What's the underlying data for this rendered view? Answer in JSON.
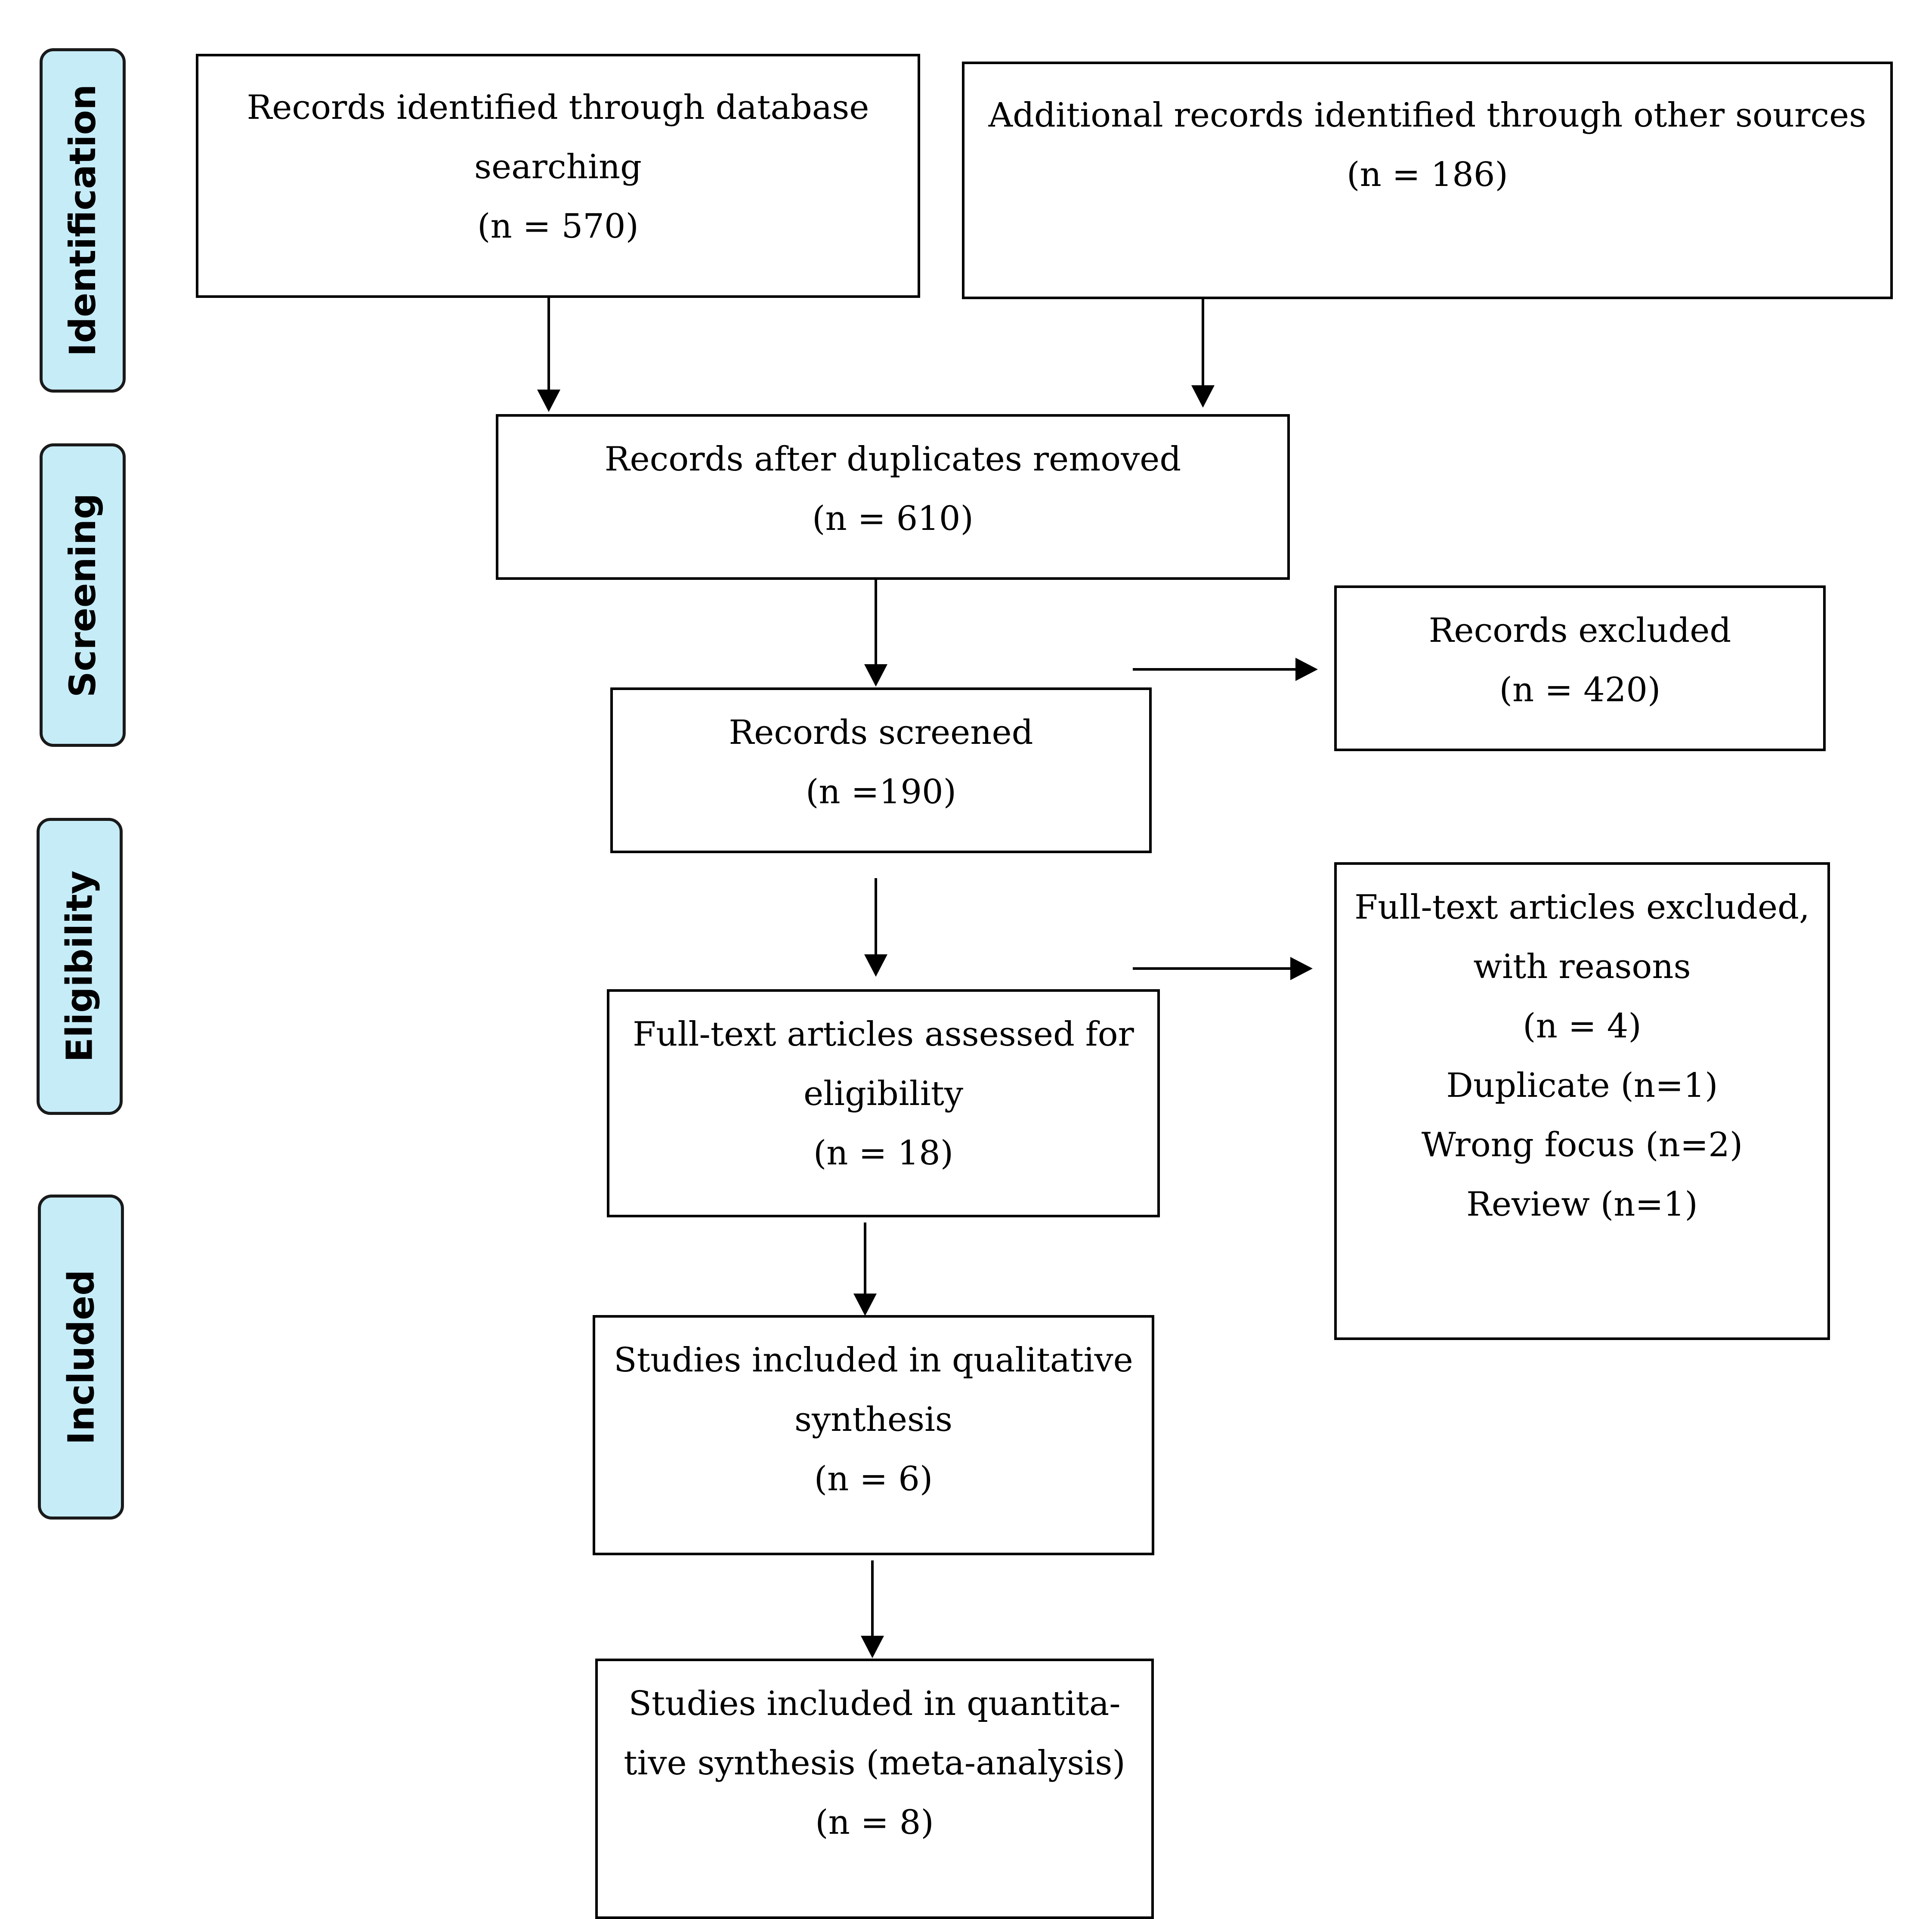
{
  "colors": {
    "phase_fill": "#c6ecf8",
    "line": "#000000"
  },
  "phases": {
    "identification": "Identification",
    "screening": "Screening",
    "eligibility": "Eligibility",
    "included": "Included"
  },
  "boxes": {
    "db_search": {
      "lines": [
        "Records identified through database",
        "searching",
        "(n = 570)"
      ]
    },
    "other_sources": {
      "lines": [
        "Additional records identified through other sources",
        "(n = 186)"
      ]
    },
    "dup_removed": {
      "lines": [
        "Records after duplicates removed",
        "(n = 610)"
      ]
    },
    "screened": {
      "lines": [
        "Records screened",
        "(n =190)"
      ]
    },
    "excluded": {
      "lines": [
        "Records excluded",
        "(n = 420)"
      ]
    },
    "fulltext": {
      "lines": [
        "Full-text articles assessed for",
        "eligibility",
        "(n = 18)"
      ]
    },
    "fulltext_excluded": {
      "lines": [
        "Full-text articles excluded,",
        "with reasons",
        "(n = 4)",
        "Duplicate (n=1)",
        "Wrong focus (n=2)",
        "Review (n=1)"
      ]
    },
    "qualitative": {
      "lines": [
        "Studies included in qualitative",
        "synthesis",
        "(n = 6)"
      ]
    },
    "quantitative": {
      "lines": [
        "Studies included in quantita-",
        "tive synthesis (meta-analysis)",
        "(n = 8)"
      ]
    }
  }
}
